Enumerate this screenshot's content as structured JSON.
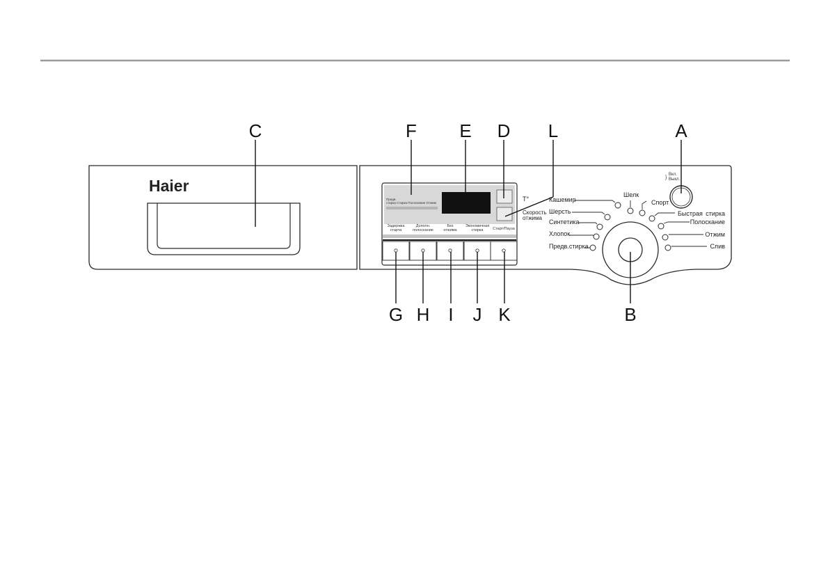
{
  "brand": "Haier",
  "callouts": {
    "a": "A",
    "b": "B",
    "c": "C",
    "d": "D",
    "e": "E",
    "f": "F",
    "g": "G",
    "h": "H",
    "i": "I",
    "j": "J",
    "k": "K",
    "l": "L"
  },
  "power": {
    "on": "Вкл.",
    "off": "Выкл."
  },
  "display": {
    "stages_line1": "Предв.",
    "stages_line2": "стирка Стирка Полоскание Отжим",
    "temp": "T°",
    "spin_line1": "Скорость",
    "spin_line2": "отжима"
  },
  "buttons": [
    {
      "line1": "Задержка",
      "line2": "старта"
    },
    {
      "line1": "Дополн.",
      "line2": "полоскание"
    },
    {
      "line1": "Без",
      "line2": "отжима"
    },
    {
      "line1": "Экономичная",
      "line2": "стирка"
    },
    {
      "line1": "Старт/Пауза",
      "line2": ""
    }
  ],
  "programs": {
    "kashmir": "Кашемир",
    "wool": "Шерсть",
    "synth": "Синтетика",
    "cotton": "Хлопок",
    "prewash": "Предв.стирка",
    "silk": "Шелк",
    "sport": "Спорт",
    "quick_a": "Быстрая",
    "quick_b": "стирка",
    "rinse": "Полоскание",
    "spin": "Отжим",
    "drain": "Слив"
  },
  "colors": {
    "line": "#2a2a2a",
    "rule": "#9a9a9a",
    "screen": "#111111",
    "panel_gray": "#d8d8d8"
  }
}
